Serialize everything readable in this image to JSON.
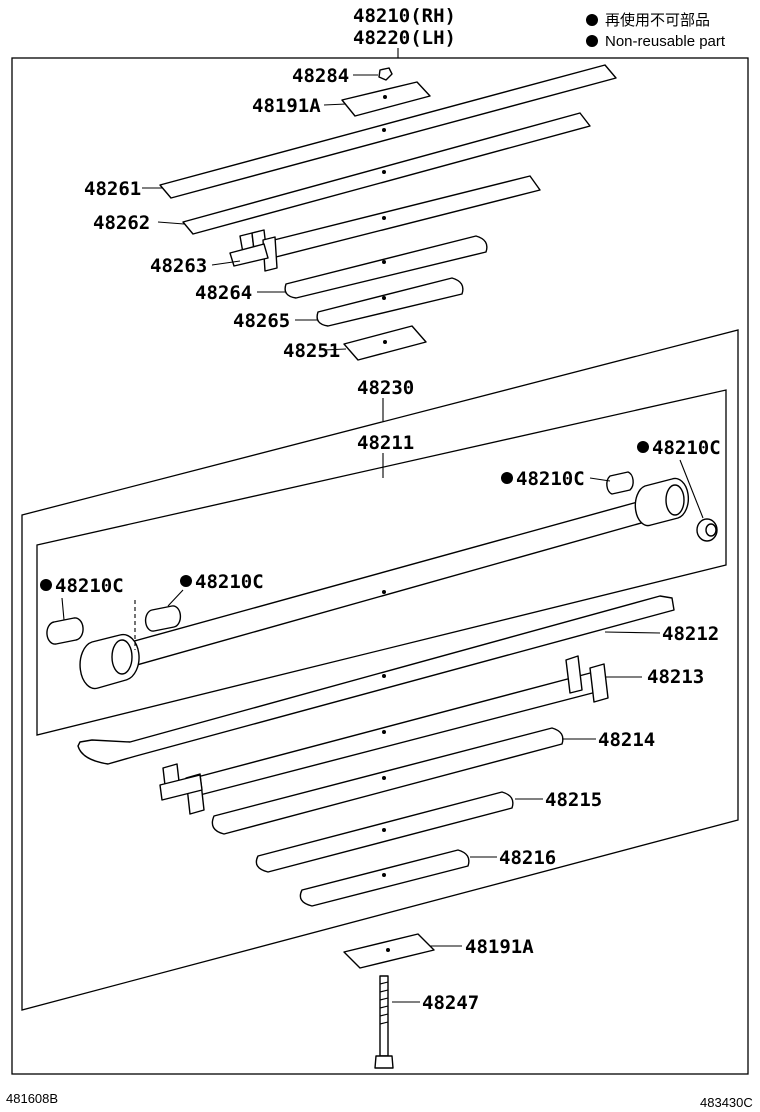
{
  "legend": {
    "jp": "再使用不可部品",
    "en": "Non-reusable part"
  },
  "header": {
    "rh": "48210(RH)",
    "lh": "48220(LH)"
  },
  "parts": {
    "p48284": "48284",
    "p48191a_top": "48191A",
    "p48261": "48261",
    "p48262": "48262",
    "p48263": "48263",
    "p48264": "48264",
    "p48265": "48265",
    "p48251": "48251",
    "p48230": "48230",
    "p48211": "48211",
    "bushing_1": "48210C",
    "bushing_2": "48210C",
    "bushing_3": "48210C",
    "bushing_4": "48210C",
    "p48212": "48212",
    "p48213": "48213",
    "p48214": "48214",
    "p48215": "48215",
    "p48216": "48216",
    "p48191a_bottom": "48191A",
    "p48247": "48247"
  },
  "footer": {
    "left_code": "481608B",
    "right_code": "483430C"
  }
}
